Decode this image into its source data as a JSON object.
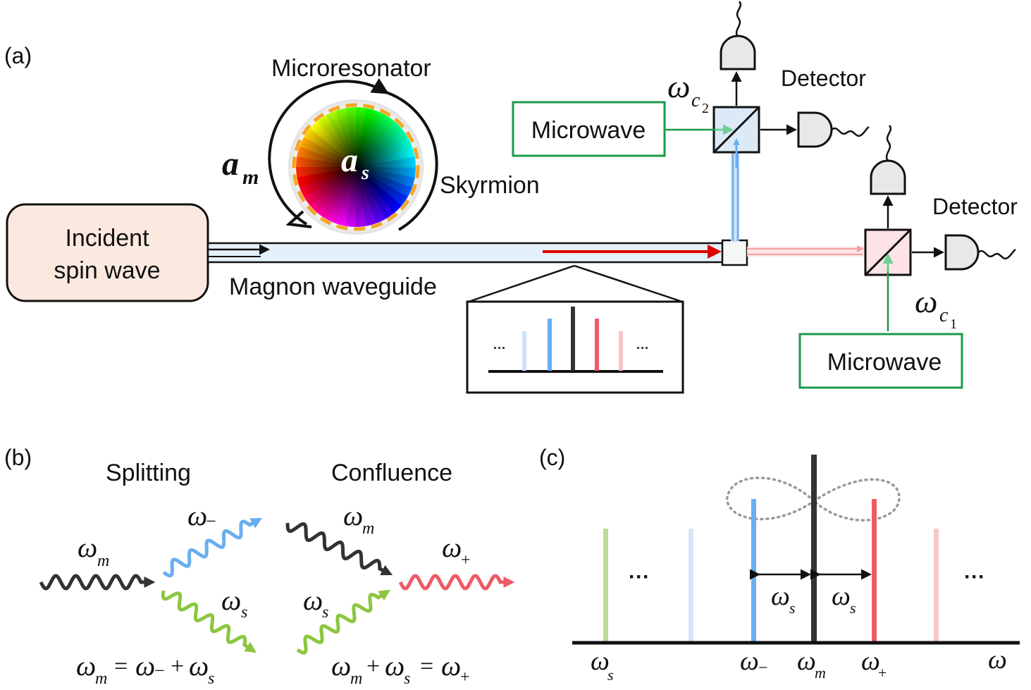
{
  "panels": {
    "a": {
      "label": "(a)",
      "microresonator": "Microresonator",
      "skyrmion": "Skyrmion",
      "a_m": "a",
      "a_m_sub": "m",
      "a_s": "a",
      "a_s_sub": "s",
      "incident_line1": "Incident",
      "incident_line2": "spin wave",
      "waveguide": "Magnon waveguide",
      "detector_top": "Detector",
      "detector_right": "Detector",
      "microwave_top": "Microwave",
      "microwave_bottom": "Microwave",
      "omega": "ω",
      "c": "c",
      "sub_2": "2",
      "sub_1": "1",
      "ellipsis": "···"
    },
    "b": {
      "label": "(b)",
      "splitting": "Splitting",
      "confluence": "Confluence",
      "omega": "ω",
      "sub_m": "m",
      "sub_s": "s",
      "sub_minus": "−",
      "sub_plus": "+",
      "eq_equals": "=",
      "eq_plus": "+"
    },
    "c": {
      "label": "(c)",
      "omega": "ω",
      "sub_s": "s",
      "sub_minus": "−",
      "sub_m": "m",
      "sub_plus": "+",
      "ellipsis": "···"
    }
  },
  "colors": {
    "blue": "#6aaef0",
    "red": "#ee5a66",
    "green": "#8cc63f",
    "dark": "#333333",
    "box_green": "#1a9a4a",
    "incident_fill": "#fbe9df",
    "waveguide_fill": "#e4f1fb",
    "detector_fill": "#e8e8e8",
    "orange_dash": "#f5a623"
  }
}
